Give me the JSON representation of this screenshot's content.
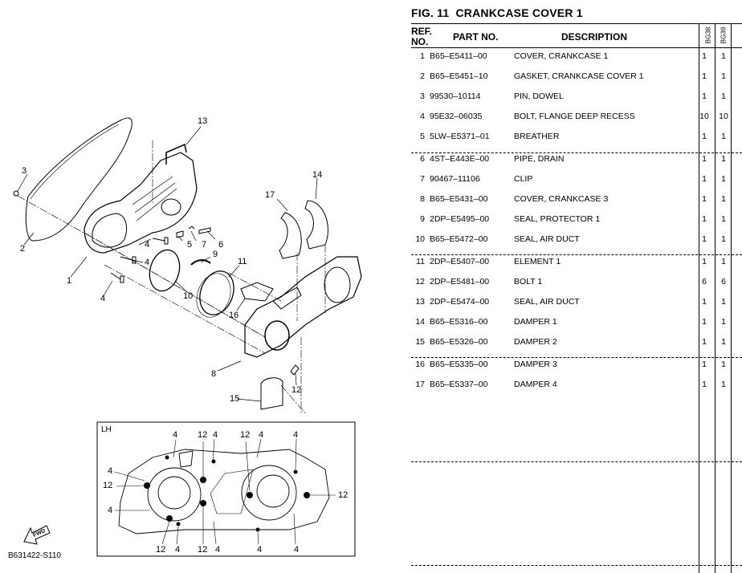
{
  "figure": {
    "number_label": "FIG.  11",
    "title": "CRANKCASE COVER 1",
    "code": "B631422-S110",
    "inset_label": "LH",
    "fwd_label": "FWD"
  },
  "table": {
    "headers": {
      "ref": "REF.",
      "ref2": "NO.",
      "part_no": "PART NO.",
      "description": "DESCRIPTION",
      "model_1": "BG38",
      "model_2": "BG39"
    },
    "rows": [
      {
        "ref": "1",
        "part_no": "B65–E5411–00",
        "description": "COVER, CRANKCASE 1",
        "q1": "1",
        "q2": "1"
      },
      {
        "ref": "2",
        "part_no": "B65–E5451–10",
        "description": "GASKET, CRANKCASE COVER 1",
        "q1": "1",
        "q2": "1"
      },
      {
        "ref": "3",
        "part_no": "99530–10114",
        "description": "PIN, DOWEL",
        "q1": "1",
        "q2": "1"
      },
      {
        "ref": "4",
        "part_no": "95E32–06035",
        "description": "BOLT, FLANGE DEEP RECESS",
        "q1": "10",
        "q2": "10"
      },
      {
        "ref": "5",
        "part_no": "5LW–E5371–01",
        "description": "BREATHER",
        "q1": "1",
        "q2": "1"
      },
      {
        "ref": "6",
        "part_no": "4ST–E443E–00",
        "description": "PIPE, DRAIN",
        "q1": "1",
        "q2": "1"
      },
      {
        "ref": "7",
        "part_no": "90467–11106",
        "description": "CLIP",
        "q1": "1",
        "q2": "1"
      },
      {
        "ref": "8",
        "part_no": "B65–E5431–00",
        "description": "COVER, CRANKCASE 3",
        "q1": "1",
        "q2": "1"
      },
      {
        "ref": "9",
        "part_no": "2DP–E5495–00",
        "description": "SEAL, PROTECTOR 1",
        "q1": "1",
        "q2": "1"
      },
      {
        "ref": "10",
        "part_no": "B65–E5472–00",
        "description": "SEAL, AIR DUCT",
        "q1": "1",
        "q2": "1"
      },
      {
        "ref": "11",
        "part_no": "2DP–E5407–00",
        "description": "ELEMENT 1",
        "q1": "1",
        "q2": "1"
      },
      {
        "ref": "12",
        "part_no": "2DP–E5481–00",
        "description": "BOLT 1",
        "q1": "6",
        "q2": "6"
      },
      {
        "ref": "13",
        "part_no": "2DP–E5474–00",
        "description": "SEAL, AIR DUCT",
        "q1": "1",
        "q2": "1"
      },
      {
        "ref": "14",
        "part_no": "B65–E5316–00",
        "description": "DAMPER 1",
        "q1": "1",
        "q2": "1"
      },
      {
        "ref": "15",
        "part_no": "B65–E5326–00",
        "description": "DAMPER 2",
        "q1": "1",
        "q2": "1"
      },
      {
        "ref": "16",
        "part_no": "B65–E5335–00",
        "description": "DAMPER 3",
        "q1": "1",
        "q2": "1"
      },
      {
        "ref": "17",
        "part_no": "B65–E5337–00",
        "description": "DAMPER 4",
        "q1": "1",
        "q2": "1"
      }
    ]
  },
  "callouts": {
    "c1": "1",
    "c2": "2",
    "c3": "3",
    "c4": "4",
    "c5": "5",
    "c6": "6",
    "c7": "7",
    "c8": "8",
    "c9": "9",
    "c10": "10",
    "c11": "11",
    "c12": "12",
    "c13": "13",
    "c14": "14",
    "c15": "15",
    "c16": "16",
    "c17": "17"
  }
}
